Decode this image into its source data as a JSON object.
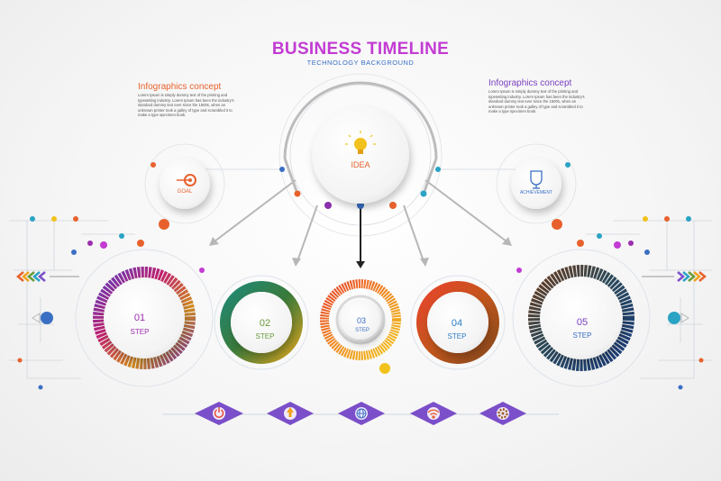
{
  "header": {
    "title": "BUSINESS TIMELINE",
    "subtitle": "TECHNOLOGY BACKGROUND"
  },
  "left_note": {
    "heading": "Infographics concept",
    "body": "Lorem Ipsum is simply dummy text of the printing and typesetting industry. Lorem Ipsum has been the industry's standard dummy text ever since the 1500s, when an unknown printer took a galley of type and scrambled it to make a type specimen book."
  },
  "right_note": {
    "heading": "Infographics concept",
    "body": "Lorem Ipsum is simply dummy text of the printing and typesetting industry. Lorem Ipsum has been the industry's standard dummy text ever since the 1500s, when an unknown printer took a galley of type and scrambled it to make a type specimen book."
  },
  "nodes": {
    "idea": {
      "label": "IDEA",
      "icon": "lightbulb-icon",
      "color": "#e8612c"
    },
    "goal": {
      "label": "GOAL",
      "icon": "target-icon",
      "color": "#e8612c"
    },
    "achievement": {
      "label": "ACHIEVEMENT",
      "icon": "trophy-icon",
      "color": "#3a6fc4"
    }
  },
  "steps": [
    {
      "num": "01",
      "word": "STEP",
      "color": "#9b2fae"
    },
    {
      "num": "02",
      "word": "STEP",
      "color": "#6a9a3a"
    },
    {
      "num": "03",
      "word": "STEP",
      "color": "#3a6fc4"
    },
    {
      "num": "04",
      "word": "STEP",
      "color": "#2d7fc4"
    },
    {
      "num": "05",
      "word": "STEP",
      "color": "#7a3fbf"
    }
  ],
  "icons_row": [
    "power-icon",
    "upload-icon",
    "globe-icon",
    "wifi-icon",
    "gear-icon"
  ],
  "colors": {
    "title": "#c23bd3",
    "diamond": "#7b4fc9",
    "accent_orange": "#e8612c",
    "accent_blue": "#2aa3c4"
  }
}
